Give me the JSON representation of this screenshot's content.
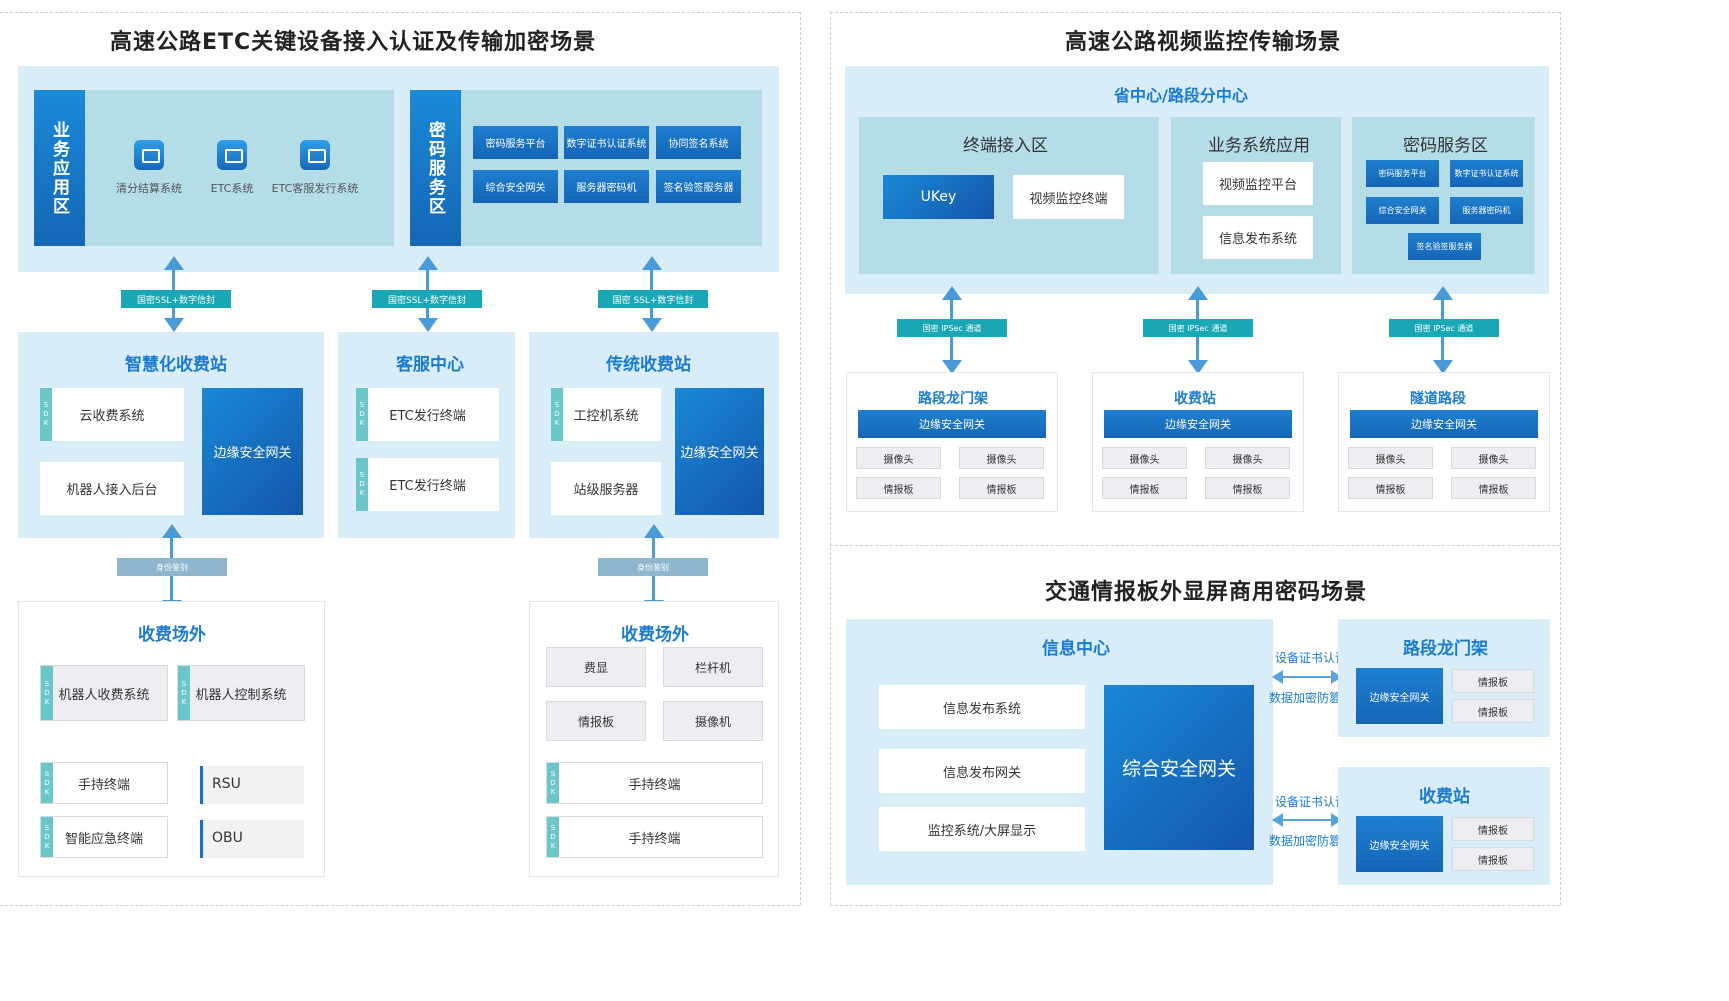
{
  "colors": {
    "primary_blue": "#1a7bd0",
    "teal_label": "#1aa7b5",
    "sdk_tag": "#6bc6c9",
    "light_panel": "#d9edf8"
  },
  "etc": {
    "title": "高速公路ETC关键设备接入认证及传输加密场景",
    "business_area": {
      "label": "业务应用区",
      "items": [
        {
          "label": "清分结算系统",
          "icon": "monitor-icon"
        },
        {
          "label": "ETC系统",
          "icon": "monitor-icon"
        },
        {
          "label": "ETC客服发行系统",
          "icon": "monitor-icon"
        }
      ]
    },
    "crypto_area": {
      "label": "密码服务区",
      "items": [
        "密码服务平台",
        "数字证书认证系统",
        "协同签名系统",
        "综合安全网关",
        "服务器密码机",
        "签名验签服务器"
      ]
    },
    "channel_labels": [
      "国密SSL+数字信封",
      "国密SSL+数字信封",
      "国密 SSL+数字信封"
    ],
    "smart_station": {
      "title": "智慧化收费站",
      "items": [
        "云收费系统",
        "机器人接入后台"
      ],
      "gateway": "边缘安全网关"
    },
    "service_center": {
      "title": "客服中心",
      "items": [
        "ETC发行终端",
        "ETC发行终端"
      ]
    },
    "traditional_station": {
      "title": "传统收费站",
      "items": [
        "工控机系统",
        "站级服务器"
      ],
      "gateway": "边缘安全网关"
    },
    "identity_label": [
      "身份鉴别",
      "身份鉴别"
    ],
    "outside_left": {
      "title": "收费场外",
      "sdk_items": [
        "机器人收费系统",
        "机器人控制系统",
        "手持终端",
        "智能应急终端"
      ],
      "plain_items": [
        "RSU",
        "OBU"
      ]
    },
    "outside_right": {
      "title": "收费场外",
      "grid": [
        "费显",
        "栏杆机",
        "情报板",
        "摄像机"
      ],
      "sdk_items": [
        "手持终端",
        "手持终端"
      ]
    },
    "sdk_text": "SDK"
  },
  "video": {
    "title": "高速公路视频监控传输场景",
    "center_title": "省中心/路段分中心",
    "terminal_zone": {
      "title": "终端接入区",
      "items": [
        "UKey",
        "视频监控终端"
      ]
    },
    "business_zone": {
      "title": "业务系统应用",
      "items": [
        "视频监控平台",
        "信息发布系统"
      ]
    },
    "crypto_zone": {
      "title": "密码服务区",
      "items": [
        "密码服务平台",
        "数字证书认证系统",
        "综合安全网关",
        "服务器密码机",
        "签名验签服务器"
      ]
    },
    "channel_labels": [
      "国密 IPSec 通道",
      "国密 IPSec 通道",
      "国密 IPSec 通道"
    ],
    "sites": [
      {
        "title": "路段龙门架",
        "gateway": "边缘安全网关",
        "devices": [
          "摄像头",
          "摄像头",
          "情报板",
          "情报板"
        ]
      },
      {
        "title": "收费站",
        "gateway": "边缘安全网关",
        "devices": [
          "摄像头",
          "摄像头",
          "情报板",
          "情报板"
        ]
      },
      {
        "title": "隧道路段",
        "gateway": "边缘安全网关",
        "devices": [
          "摄像头",
          "摄像头",
          "情报板",
          "情报板"
        ]
      }
    ]
  },
  "board": {
    "title": "交通情报板外显屏商用密码场景",
    "info_center": {
      "title": "信息中心",
      "items": [
        "信息发布系统",
        "信息发布网关",
        "监控系统/大屏显示"
      ],
      "gateway": "综合安全网关"
    },
    "links": [
      {
        "top": "设备证书认证",
        "bottom": "数据加密防篡改"
      },
      {
        "top": "设备证书认证",
        "bottom": "数据加密防篡改"
      }
    ],
    "gantry": {
      "title": "路段龙门架",
      "gateway": "边缘安全网关",
      "items": [
        "情报板",
        "情报板"
      ]
    },
    "station": {
      "title": "收费站",
      "gateway": "边缘安全网关",
      "items": [
        "情报板",
        "情报板"
      ]
    }
  }
}
